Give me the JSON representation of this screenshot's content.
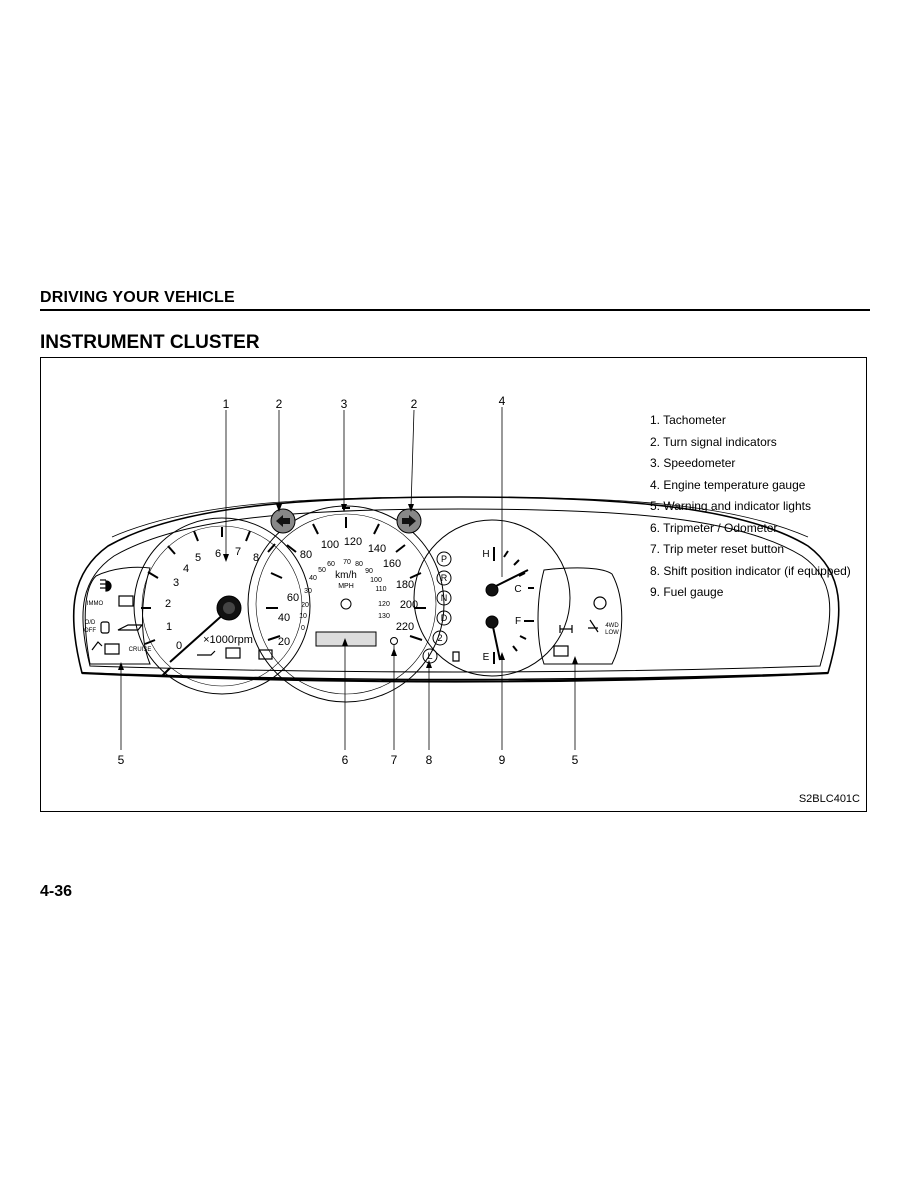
{
  "section_header": "DRIVING YOUR VEHICLE",
  "title": "INSTRUMENT CLUSTER",
  "callouts": {
    "top": [
      "1",
      "2",
      "3",
      "2",
      "4"
    ],
    "bottom": [
      "5",
      "6",
      "7",
      "8",
      "9",
      "5"
    ]
  },
  "legend": [
    "1. Tachometer",
    "2. Turn signal indicators",
    "3. Speedometer",
    "4. Engine temperature gauge",
    "5. Warning and indicator lights",
    "6. Tripmeter / Odometer",
    "7. Trip meter reset button",
    "8. Shift position indicator (if equipped)",
    "9. Fuel gauge"
  ],
  "tachometer": {
    "numbers": [
      "0",
      "1",
      "2",
      "3",
      "4",
      "5",
      "6",
      "7",
      "8"
    ],
    "unit": "×1000rpm"
  },
  "speedometer": {
    "kmh_numbers": [
      "20",
      "40",
      "60",
      "80",
      "100",
      "120",
      "140",
      "160",
      "180",
      "200",
      "220"
    ],
    "mph_numbers": [
      "0",
      "10",
      "20",
      "30",
      "40",
      "50",
      "60",
      "70",
      "80",
      "90",
      "100",
      "110",
      "120",
      "130"
    ],
    "unit_kmh": "km/h",
    "unit_mph": "MPH"
  },
  "shift_positions": [
    "P",
    "R",
    "N",
    "D",
    "2",
    "L"
  ],
  "temperature_gauge": {
    "hot": "H",
    "cold": "C"
  },
  "fuel_gauge": {
    "full": "F",
    "empty": "E"
  },
  "left_panel_labels": {
    "immo": "IMMO",
    "od_off_1": "O/D",
    "od_off_2": "OFF",
    "cruise": "CRUISE"
  },
  "right_panel_labels": {
    "fourwd_1": "4WD",
    "fourwd_2": "LOW"
  },
  "figure_code": "S2BLC401C",
  "page_number": "4-36"
}
